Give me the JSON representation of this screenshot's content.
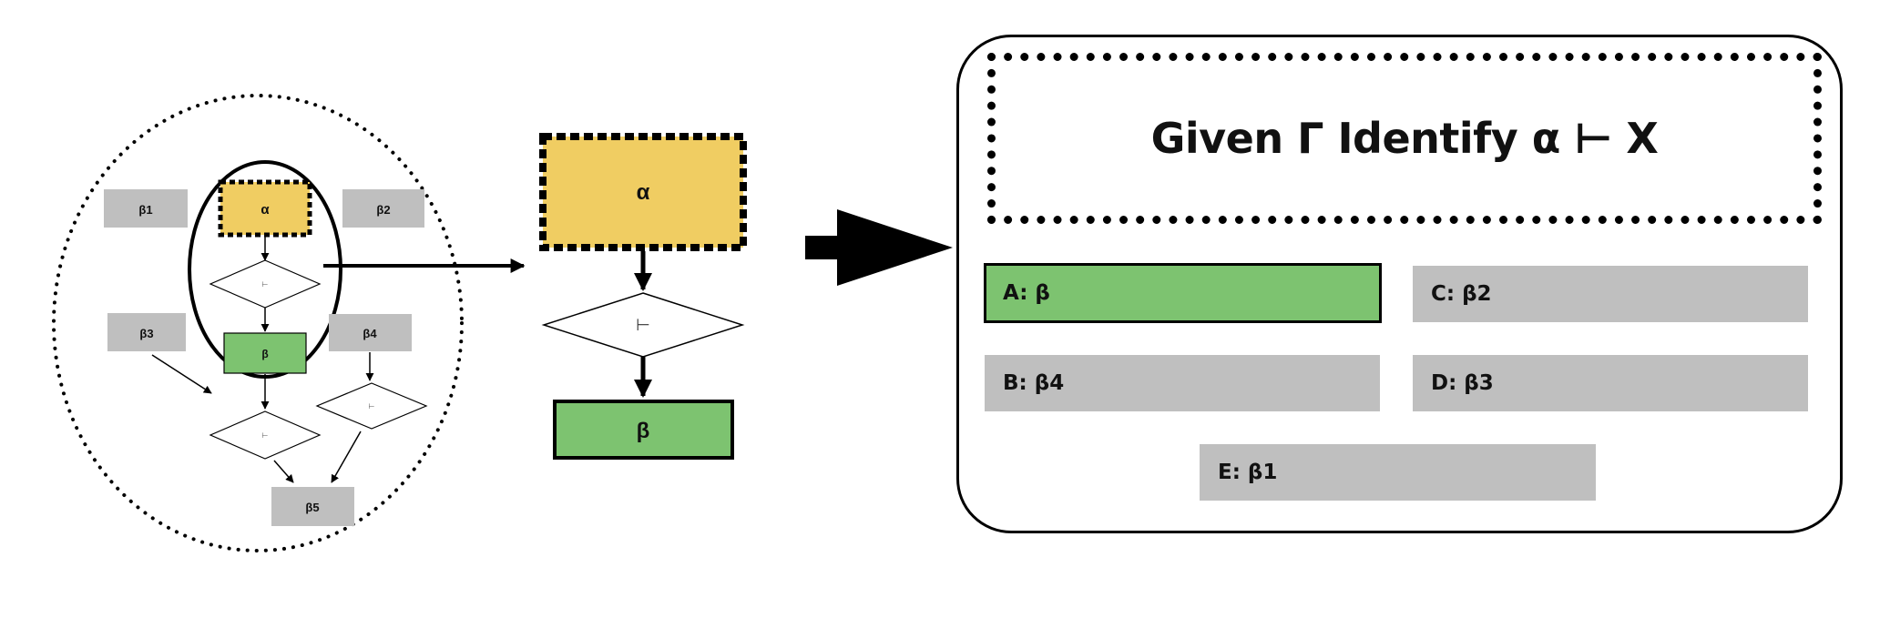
{
  "colors": {
    "alpha_fill": "#f0cd62",
    "beta_fill": "#7dc370",
    "premise_fill": "#bfbfbf",
    "stroke": "#000000",
    "background": "#ffffff"
  },
  "graph": {
    "nodes": {
      "b1": "β1",
      "alpha": "α",
      "b2": "β2",
      "turnstile": "⊢",
      "b3": "β3",
      "beta": "β",
      "b4": "β4",
      "b5": "β5"
    }
  },
  "zoom": {
    "alpha": "α",
    "turnstile": "⊢",
    "beta": "β"
  },
  "question": {
    "text": "Given Γ Identify α ⊢ X"
  },
  "options": [
    {
      "label": "A: β",
      "correct": true
    },
    {
      "label": "C: β2",
      "correct": false
    },
    {
      "label": "B: β4",
      "correct": false
    },
    {
      "label": "D: β3",
      "correct": false
    },
    {
      "label": "E: β1",
      "correct": false
    }
  ]
}
